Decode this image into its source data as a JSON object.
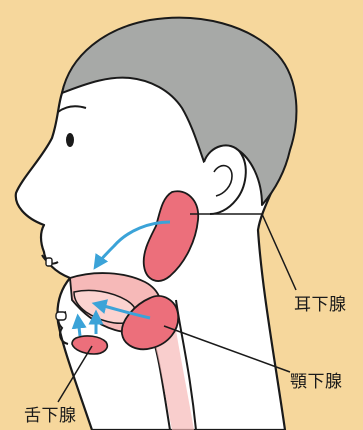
{
  "labels": {
    "parotid": "耳下腺",
    "submandibular": "顎下腺",
    "sublingual": "舌下腺"
  },
  "colors": {
    "background": "#f6d79c",
    "hair": "#a7a9a7",
    "skin": "#ffffff",
    "outline": "#1a1a1a",
    "gland": "#ec6f7b",
    "mouth_interior": "#f6b9b8",
    "arrow": "#3ba3d8"
  }
}
